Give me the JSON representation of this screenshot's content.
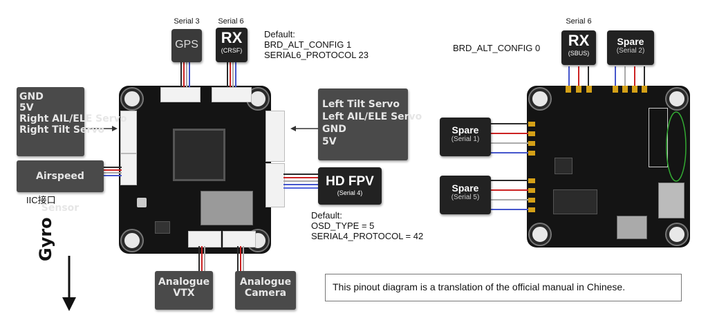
{
  "left_board": {
    "top_conn_left": {
      "label": "Serial 3",
      "device": "GPS"
    },
    "top_conn_right": {
      "label": "Serial 6",
      "device": "RX",
      "sub": "(CRSF)"
    },
    "default_note": {
      "title": "Default:",
      "line1": "BRD_ALT_CONFIG 1",
      "line2": "SERIAL6_PROTOCOL 23"
    },
    "left_servo_box": {
      "lines": [
        "GND",
        "5V",
        "Right AIL/ELE Servo",
        "Right Tilt Servo"
      ]
    },
    "airspeed_box": {
      "label": "Airspeed Sensor"
    },
    "iic_label": "IIC接口",
    "right_servo_box": {
      "lines": [
        "Left Tilt Servo",
        "Left AIL/ELE Servo",
        "GND",
        "5V"
      ]
    },
    "hdfpv": {
      "label": "HD FPV",
      "sub": "(Serial 4)"
    },
    "osd_note": {
      "title": "Default:",
      "line1": "OSD_TYPE = 5",
      "line2": "SERIAL4_PROTOCOL = 42"
    },
    "analog_vtx": {
      "lines": [
        "Analogue",
        "VTX"
      ]
    },
    "analog_cam": {
      "lines": [
        "Analogue",
        "Camera"
      ]
    },
    "gyro": "Gyro"
  },
  "right_board": {
    "serial6_label": "Serial 6",
    "rx": {
      "device": "RX",
      "sub": "(SBUS)"
    },
    "brd_alt": "BRD_ALT_CONFIG 0",
    "spare_top": {
      "label": "Spare",
      "sub": "(Serial 2)"
    },
    "spare1": {
      "label": "Spare",
      "sub": "(Serial 1)"
    },
    "spare5": {
      "label": "Spare",
      "sub": "(Serial 5)"
    }
  },
  "translation_note": "This pinout diagram is a translation of the official manual in Chinese."
}
